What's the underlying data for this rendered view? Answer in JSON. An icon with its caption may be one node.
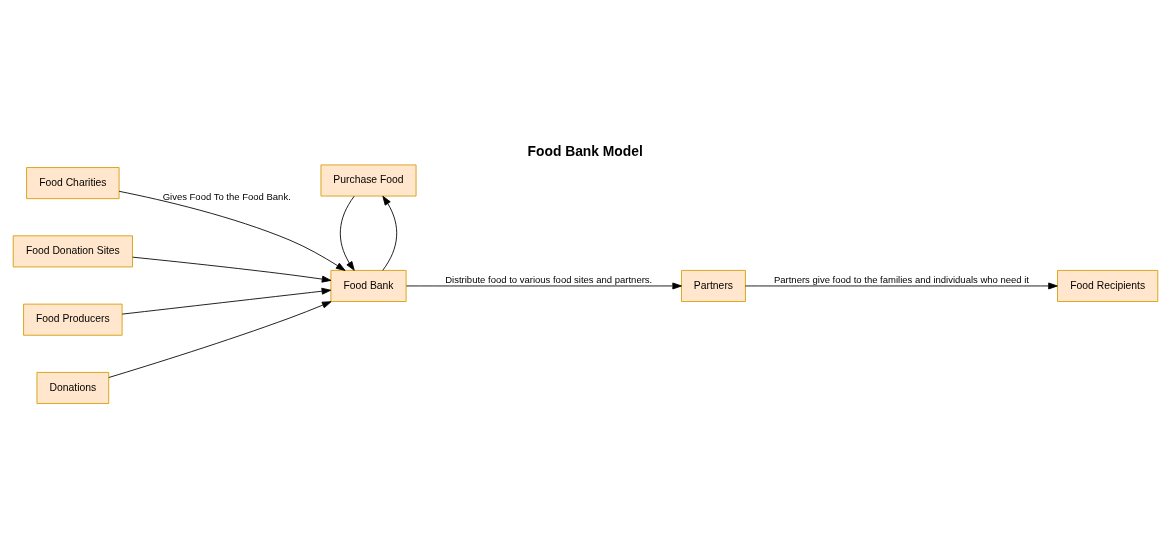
{
  "diagram": {
    "title": "Food Bank Model",
    "nodes": [
      {
        "text": [
          "Food Charities"
        ]
      },
      {
        "text": [
          "Food Donation Sites"
        ]
      },
      {
        "text": [
          "Food Producers"
        ]
      },
      {
        "text": [
          "Food Bank"
        ]
      },
      {
        "text": [
          "Donations"
        ]
      },
      {
        "text": [
          "Purchase Food"
        ]
      },
      {
        "text": [
          "Partners"
        ]
      },
      {
        "text": [
          "Food Recipients"
        ]
      }
    ],
    "edges": [
      {
        "from": 0,
        "to": 3,
        "arrow": "to",
        "label": "Gives Food To the Food Bank."
      },
      {
        "from": 1,
        "to": 3,
        "arrow": "to"
      },
      {
        "from": 2,
        "to": 3,
        "arrow": "to"
      },
      {
        "from": 4,
        "to": 3,
        "arrow": "to"
      },
      {
        "from": 3,
        "to": 5,
        "arrow": "to"
      },
      {
        "from": 5,
        "to": 3,
        "arrow": "to"
      },
      {
        "from": 3,
        "to": 6,
        "arrow": "to",
        "label": "Distribute food to various food sites and partners."
      },
      {
        "from": 6,
        "to": 7,
        "arrow": "to",
        "label": "Partners give food to the families and individuals who need it"
      }
    ]
  }
}
